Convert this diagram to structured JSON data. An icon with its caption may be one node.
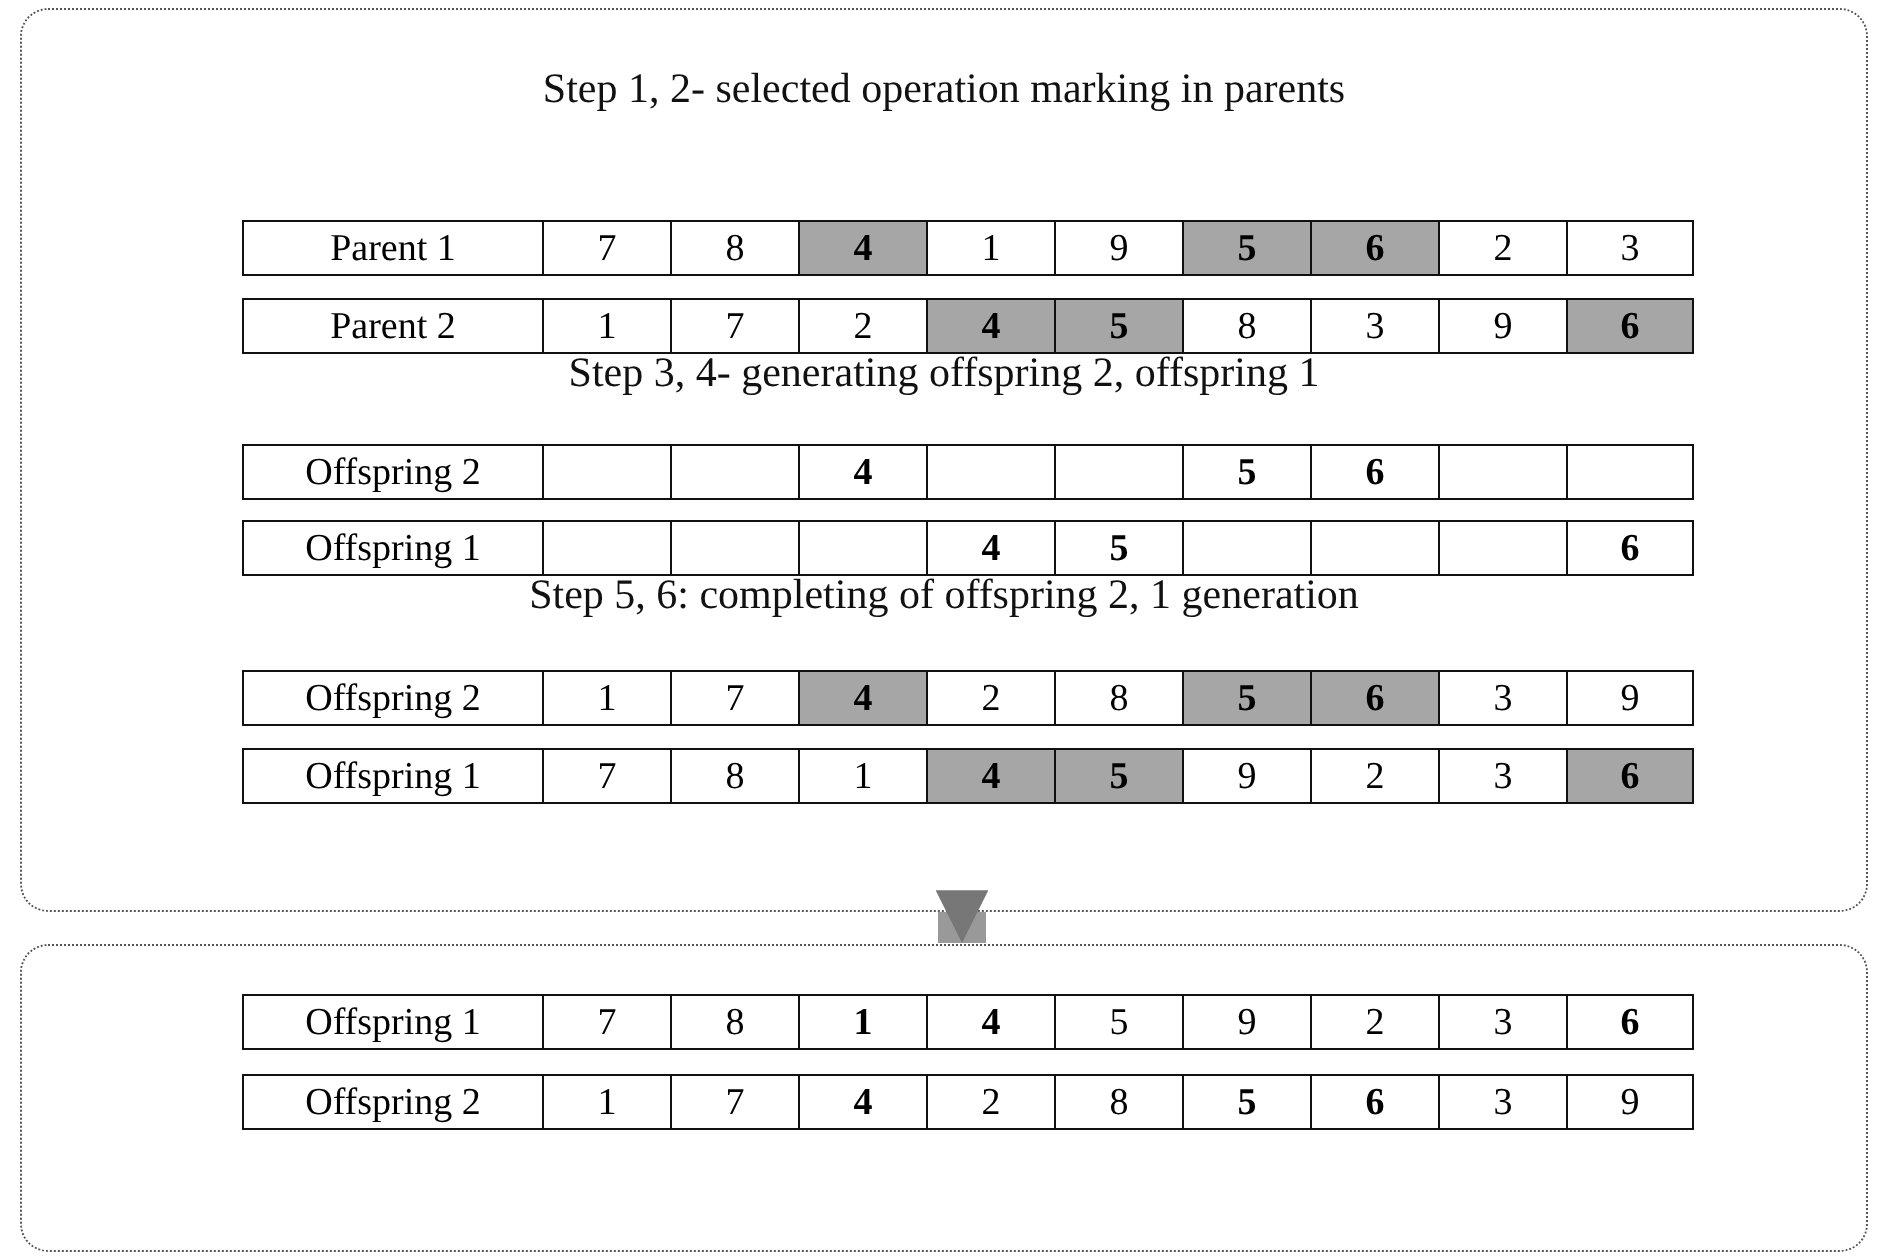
{
  "diagram": {
    "nodes": [
      {
        "text": [],
        "shape": "box"
      },
      {
        "text": [],
        "shape": "box"
      }
    ],
    "edges": [
      {
        "from": 0,
        "to": 1,
        "arrow": "to"
      }
    ],
    "labels": [
      "Step 1, 2- selected operation marking in parents",
      "Parent 1",
      "7",
      "8",
      "4",
      "1",
      "9",
      "5",
      "6",
      "2",
      "3",
      "Parent 2",
      "1",
      "7",
      "2",
      "4",
      "5",
      "8",
      "3",
      "9",
      "6",
      "Step 3, 4- generating offspring 2, offspring 1",
      "Offspring 2",
      "4",
      "5",
      "6",
      "Offspring 1",
      "4",
      "5",
      "6",
      "Step 5, 6: completing of offspring 2, 1 generation",
      "Offspring 2",
      "1",
      "7",
      "4",
      "2",
      "8",
      "5",
      "6",
      "3",
      "9",
      "Offspring 1",
      "7",
      "8",
      "1",
      "4",
      "5",
      "9",
      "2",
      "3",
      "6",
      "Offspring 1",
      "7",
      "8",
      "1",
      "4",
      "5",
      "9",
      "2",
      "3",
      "6",
      "Offspring 2",
      "1",
      "7",
      "4",
      "2",
      "8",
      "5",
      "6",
      "3",
      "9"
    ]
  }
}
